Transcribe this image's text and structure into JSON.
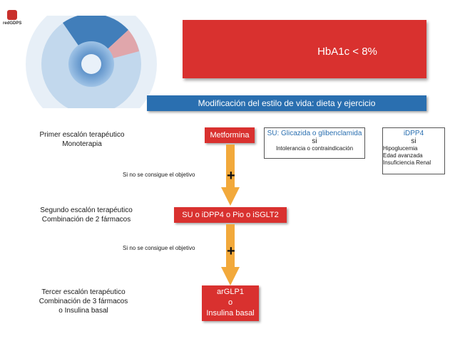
{
  "logo": {
    "text": "redGDPS"
  },
  "header": {
    "hba1c": "HbA1c < 8%"
  },
  "banner": {
    "text": "Modificación del estilo de vida: dieta y ejercicio"
  },
  "steps": [
    {
      "line1": "Primer escalón terapéutico",
      "line2": "Monoterapia",
      "line3": ""
    },
    {
      "line1": "Segundo escalón terapéutico",
      "line2": "Combinación de 2 fármacos",
      "line3": ""
    },
    {
      "line1": "Tercer escalón terapéutico",
      "line2": "Combinación de 3 fármacos",
      "line3": "o Insulina basal"
    }
  ],
  "boxes": {
    "metformina": "Metformina",
    "step2": "SU o iDPP4 o Pio o iSGLT2",
    "step3_a": "arGLP1",
    "step3_b": "o",
    "step3_c": "Insulina basal"
  },
  "su_box": {
    "title": "SU: Glicazida o glibenclamida",
    "si": "si",
    "cond": "Intolerancia o contraindicación"
  },
  "idpp4_box": {
    "title": "iDPP4",
    "si": "si",
    "conds": [
      "Hipoglucemia",
      "Edad avanzada",
      "Insuficiencia Renal"
    ]
  },
  "connector": {
    "note": "Si no se consigue el objetivo",
    "plus": "+"
  },
  "colors": {
    "red": "#d9312f",
    "blue": "#2a6fb0",
    "orange": "#e06a1f",
    "arrow": "#f2a93b"
  }
}
